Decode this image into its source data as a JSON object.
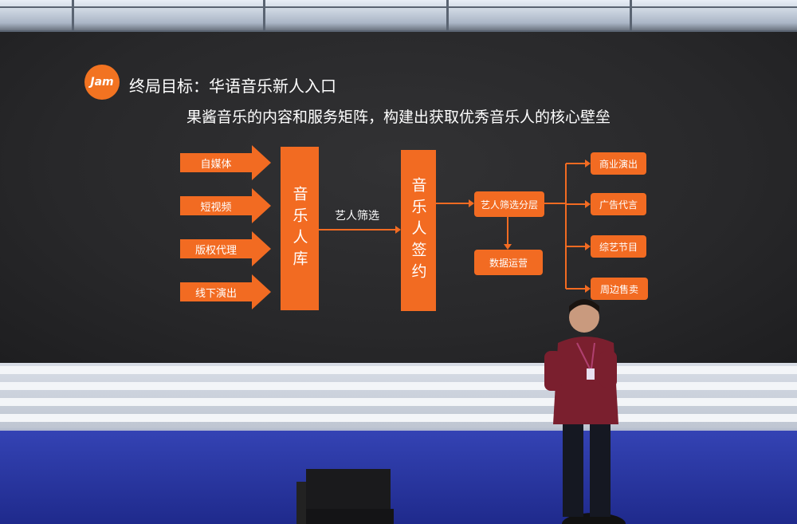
{
  "slide": {
    "logo_text": "Jam",
    "title": "终局目标：华语音乐新人入口",
    "subtitle": "果酱音乐的内容和服务矩阵，构建出获取优秀音乐人的核心壁垒"
  },
  "diagram": {
    "sources": [
      "自媒体",
      "短视频",
      "版权代理",
      "线下演出"
    ],
    "library": "音乐人库",
    "transition_label": "艺人筛选",
    "signing": "音乐人签约",
    "tiering": "艺人筛选分层",
    "data_ops": "数据运营",
    "outputs": [
      "商业演出",
      "广告代言",
      "综艺节目",
      "周边售卖"
    ]
  },
  "colors": {
    "accent": "#f26b22",
    "screen_bg": "#2a2a2c",
    "stage_floor": "#2836a0"
  }
}
